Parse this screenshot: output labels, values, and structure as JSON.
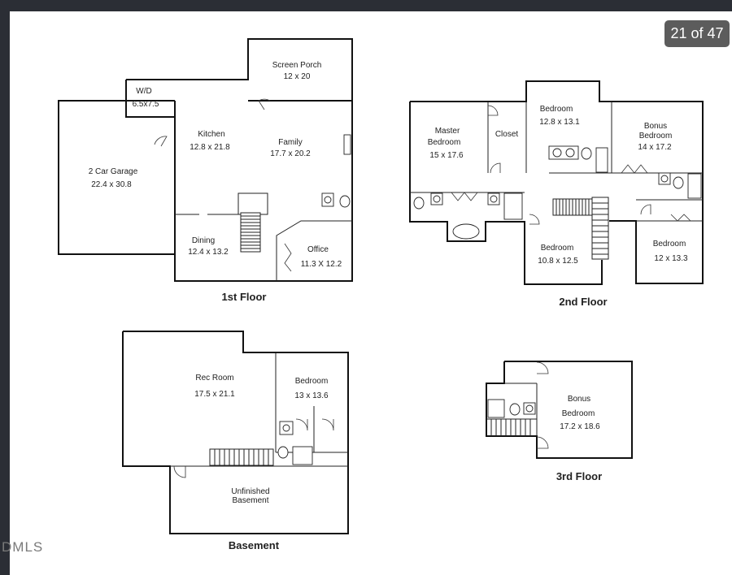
{
  "viewer": {
    "counter": "21 of 47",
    "watermark": "DMLS"
  },
  "floors": {
    "first": {
      "title": "1st Floor",
      "rooms": {
        "screen_porch": {
          "name": "Screen Porch",
          "size": "12 x 20"
        },
        "wd": {
          "name": "W/D",
          "size": "6.5x7.5"
        },
        "kitchen": {
          "name": "Kitchen",
          "size": "12.8 x 21.8"
        },
        "family": {
          "name": "Family",
          "size": "17.7 x 20.2"
        },
        "garage": {
          "name": "2 Car Garage",
          "size": "22.4 x 30.8"
        },
        "dining": {
          "name": "Dining",
          "size": "12.4 x 13.2"
        },
        "office": {
          "name": "Office",
          "size": "11.3 X 12.2"
        }
      }
    },
    "second": {
      "title": "2nd Floor",
      "rooms": {
        "master": {
          "name_line1": "Master",
          "name_line2": "Bedroom",
          "size": "15 x 17.6"
        },
        "closet": {
          "name": "Closet"
        },
        "bedroom_top": {
          "name": "Bedroom",
          "size": "12.8 x 13.1"
        },
        "bonus": {
          "name_line1": "Bonus",
          "name_line2": "Bedroom",
          "size": "14 x 17.2"
        },
        "bedroom_mid": {
          "name": "Bedroom",
          "size": "10.8 x 12.5"
        },
        "bedroom_right": {
          "name": "Bedroom",
          "size": "12 x 13.3"
        }
      }
    },
    "basement": {
      "title": "Basement",
      "rooms": {
        "rec": {
          "name": "Rec Room",
          "size": "17.5 x 21.1"
        },
        "bedroom": {
          "name": "Bedroom",
          "size": "13 x 13.6"
        },
        "unfinished": {
          "name_line1": "Unfinished",
          "name_line2": "Basement"
        }
      }
    },
    "third": {
      "title": "3rd Floor",
      "rooms": {
        "bonus": {
          "name_line1": "Bonus",
          "name_line2": "Bedroom",
          "size": "17.2 x 18.6"
        }
      }
    }
  }
}
